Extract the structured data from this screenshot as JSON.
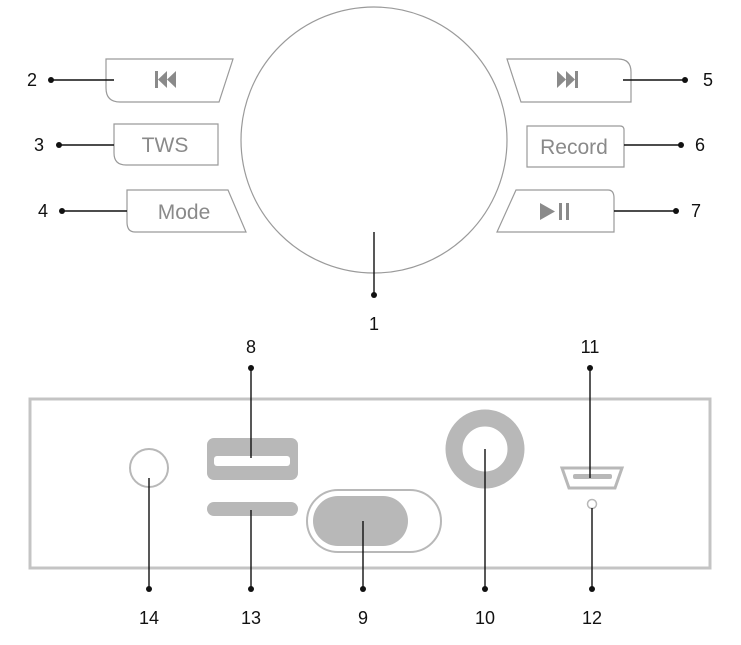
{
  "buttons": {
    "tws_label": "TWS",
    "mode_label": "Mode",
    "record_label": "Record"
  },
  "icons": {
    "prev": "skip-previous-icon",
    "next": "skip-next-icon",
    "play_pause": "play-pause-icon"
  },
  "callouts": {
    "n1": "1",
    "n2": "2",
    "n3": "3",
    "n4": "4",
    "n5": "5",
    "n6": "6",
    "n7": "7",
    "n8": "8",
    "n9": "9",
    "n10": "10",
    "n11": "11",
    "n12": "12",
    "n13": "13",
    "n14": "14"
  },
  "colors": {
    "line": "#111111",
    "panel_outline": "#c4c4c4",
    "button_outline": "#9a9a9a",
    "component_fill": "#b8b8b8",
    "button_text": "#8a8a8a"
  }
}
